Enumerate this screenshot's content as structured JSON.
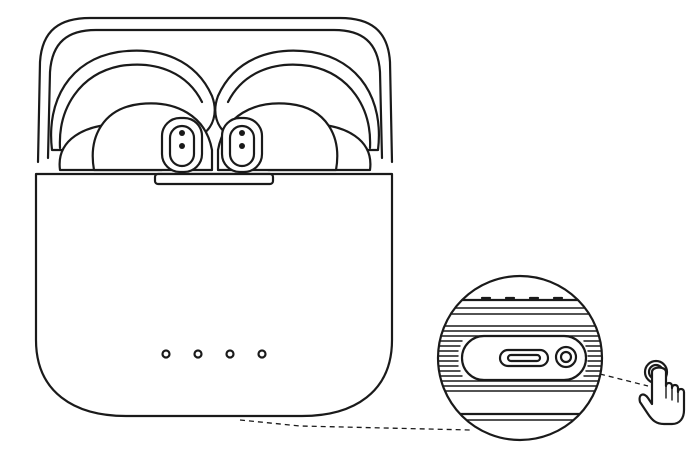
{
  "figure": {
    "subject": "earbuds-charging-case",
    "indicator_led_count": 4,
    "callout": "charging-port-detail",
    "line_color": "#1a1a1a",
    "background_color": "#ffffff"
  }
}
